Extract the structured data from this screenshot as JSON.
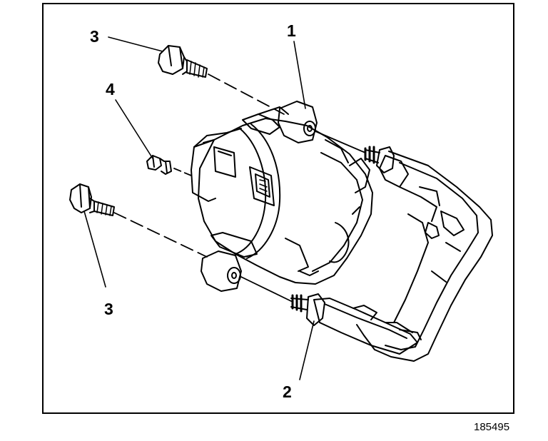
{
  "figure": {
    "id": "185495",
    "ink_color": "#000000",
    "paper_color": "#ffffff"
  },
  "callouts": {
    "c1": "1",
    "c2": "2",
    "c3_top": "3",
    "c3_bottom": "3",
    "c4": "4"
  },
  "parts": [
    {
      "callout": "1",
      "part": "caliper-housing"
    },
    {
      "callout": "2",
      "part": "caliper-mounting-bracket"
    },
    {
      "callout": "3",
      "part": "caliper-mounting-bolt"
    },
    {
      "callout": "4",
      "part": "bleeder-valve"
    }
  ]
}
